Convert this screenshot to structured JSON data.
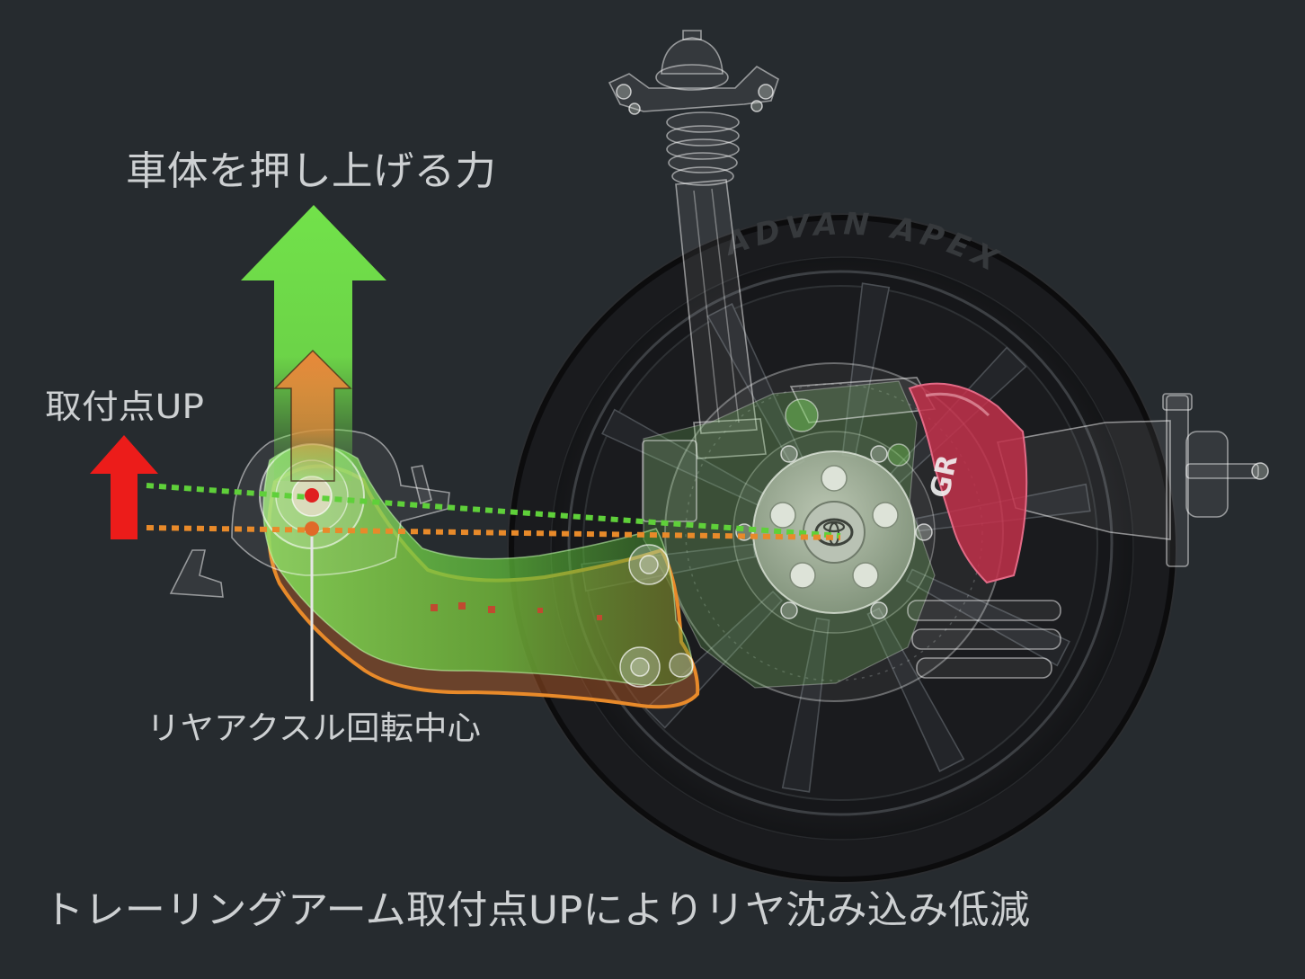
{
  "labels": {
    "lift_force": "車体を押し上げる力",
    "mount_point_up": "取付点UP",
    "axle_rotation_center": "リヤアクスル回転中心",
    "caption": "トレーリングアーム取付点UPによりリヤ沈み込み低減"
  },
  "logos": {
    "tire_brand": "ADVAN APEX",
    "caliper_badge": "GR"
  },
  "colors": {
    "background": "#262b2f",
    "label_text": "#cdd0d2",
    "lift_arrow": "#72e24a",
    "axle_arrow": "#e8873a",
    "mount_up_arrow": "#ec1c1a",
    "raised_mount_line": "#5fd03a",
    "original_mount_line": "#e88a2a",
    "raised_mount_point": "#e02020",
    "original_mount_point": "#e06a28",
    "caliper": "#c2304a"
  }
}
